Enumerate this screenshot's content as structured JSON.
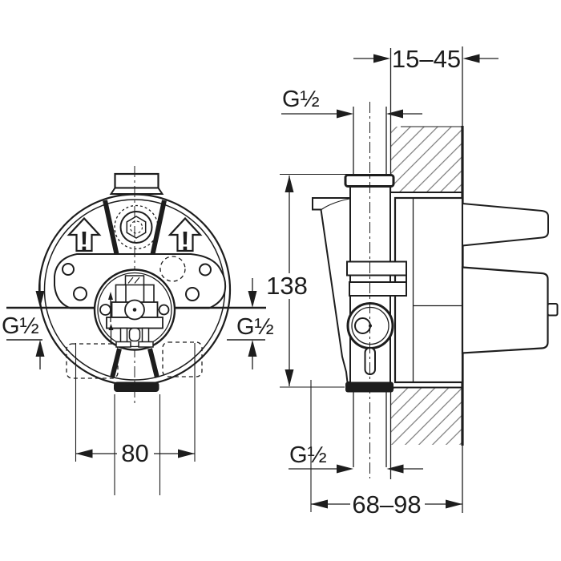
{
  "colors": {
    "background": "#ffffff",
    "line": "#1d1d1d",
    "hatch": "#7a7a7a"
  },
  "front_view": {
    "port_left_label": "G½",
    "port_right_label": "G½",
    "width_dim": "80",
    "warning_left": "!",
    "warning_right": "!"
  },
  "side_view": {
    "wall_thickness_dim": "15–45",
    "top_port_label": "G½",
    "height_dim": "138",
    "bottom_port_label": "G½",
    "depth_dim": "68–98"
  }
}
